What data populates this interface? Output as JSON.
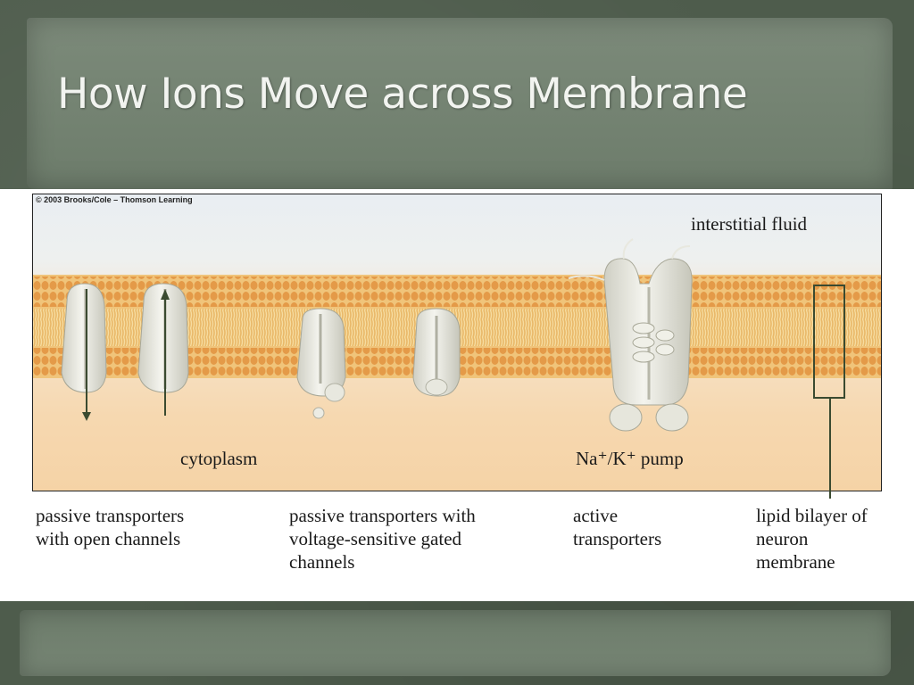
{
  "slide": {
    "title": "How Ions Move across Membrane"
  },
  "figure": {
    "credit": "© 2003 Brooks/Cole – Thomson Learning",
    "labels": {
      "interstitial": "interstitial fluid",
      "cytoplasm": "cytoplasm",
      "pump": "Na⁺/K⁺ pump"
    }
  },
  "captions": [
    {
      "lines": [
        "passive transporters",
        "with open channels"
      ]
    },
    {
      "lines": [
        "passive transporters with",
        "voltage-sensitive gated",
        "channels"
      ]
    },
    {
      "lines": [
        "active",
        "transporters"
      ]
    },
    {
      "lines": [
        "lipid bilayer of",
        "neuron",
        "membrane"
      ]
    }
  ],
  "colors": {
    "membrane_head": "#e8a04c",
    "membrane_tail": "#f2c878",
    "protein": "#e6e6dc",
    "arrow": "#3a4a30"
  }
}
